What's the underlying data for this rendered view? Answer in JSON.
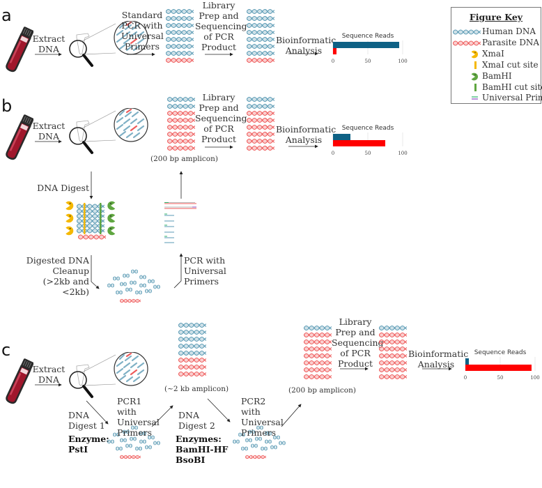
{
  "colors": {
    "human_dna": "#5a9ab4",
    "parasite_dna": "#ee5a5a",
    "human_bar": "#0e6185",
    "parasite_bar": "#ff0000",
    "xmai": "#f5b800",
    "bamhi": "#5fa640",
    "primer_green": "#2db36b",
    "primer_purple": "#8a4cc0",
    "tube_red": "#a0172c"
  },
  "figure_key": {
    "title": "Figure Key",
    "items": [
      {
        "icon": "human-dna-icon",
        "label": "Human DNA"
      },
      {
        "icon": "parasite-dna-icon",
        "label": "Parasite DNA"
      },
      {
        "icon": "xmai-enzyme-icon",
        "label": "XmaI"
      },
      {
        "icon": "xmai-cut-site-icon",
        "label": "XmaI cut site"
      },
      {
        "icon": "bamhi-enzyme-icon",
        "label": "BamHI"
      },
      {
        "icon": "bamhi-cut-site-icon",
        "label": "BamHI cut site"
      },
      {
        "icon": "universal-primers-icon",
        "label": "Universal Primers"
      }
    ]
  },
  "panels": {
    "a": {
      "letter": "a",
      "extract_line1": "Extract",
      "extract_line2": "DNA",
      "pcr_lines": [
        "Standard",
        "PCR with",
        "Universal",
        "Primers"
      ],
      "lib_lines": [
        "Library",
        "Prep and",
        "Sequencing",
        "of PCR",
        "Product"
      ],
      "bio_lines": [
        "Bioinformatic",
        "Analysis"
      ],
      "stack_composition": {
        "human": 7,
        "parasite": 1
      }
    },
    "b": {
      "letter": "b",
      "extract_line1": "Extract",
      "extract_line2": "DNA",
      "lib_lines": [
        "Library",
        "Prep and",
        "Sequencing",
        "of PCR",
        "Product"
      ],
      "bio_lines": [
        "Bioinformatic",
        "Analysis"
      ],
      "amplicon_label": "(200 bp amplicon)",
      "digest_label": "DNA Digest",
      "cleanup_lines": [
        "Digested DNA",
        "Cleanup",
        "(>2kb and <2kb)"
      ],
      "pcr_lines": [
        "PCR with",
        "Universal",
        "Primers"
      ],
      "stack_composition": {
        "human": 2,
        "parasite": 6
      }
    },
    "c": {
      "letter": "c",
      "extract_line1": "Extract",
      "extract_line2": "DNA",
      "digest1_lines": [
        "DNA",
        "Digest 1"
      ],
      "enzyme1_lines": [
        "Enzyme:",
        "PstI"
      ],
      "pcr1_lines": [
        "PCR1 with",
        "Universal",
        "Primers"
      ],
      "amplicon1_label": "(~2 kb amplicon)",
      "digest2_lines": [
        "DNA",
        "Digest 2"
      ],
      "enzyme2_lines": [
        "Enzymes:",
        "BamHI-HF",
        "BsoBI"
      ],
      "pcr2_lines": [
        "PCR2 with",
        "Universal",
        "Primers"
      ],
      "amplicon2_label": "(200 bp amplicon)",
      "lib_lines": [
        "Library",
        "Prep and",
        "Sequencing",
        "of PCR",
        "Product"
      ],
      "bio_lines": [
        "Bioinformatic",
        "Analysis"
      ],
      "stack1_composition": {
        "human": 5,
        "parasite": 3
      },
      "stack2_composition": {
        "human": 1,
        "parasite": 7
      }
    }
  },
  "chart_data": [
    {
      "type": "bar",
      "orientation": "horizontal",
      "panel": "a",
      "title": "Sequence Reads",
      "categories": [
        "Human DNA",
        "Parasite DNA"
      ],
      "values": [
        95,
        5
      ],
      "xlim": [
        0,
        100
      ],
      "xticks": [
        "0",
        "50",
        "100"
      ],
      "grid": true
    },
    {
      "type": "bar",
      "orientation": "horizontal",
      "panel": "b",
      "title": "Sequence Reads",
      "categories": [
        "Human DNA",
        "Parasite DNA"
      ],
      "values": [
        25,
        75
      ],
      "xlim": [
        0,
        100
      ],
      "xticks": [
        "0",
        "50",
        "100"
      ],
      "grid": true
    },
    {
      "type": "bar",
      "orientation": "horizontal",
      "panel": "c",
      "title": "Sequence Reads",
      "categories": [
        "Human DNA",
        "Parasite DNA"
      ],
      "values": [
        5,
        95
      ],
      "xlim": [
        0,
        100
      ],
      "xticks": [
        "0",
        "50",
        "100"
      ],
      "grid": true
    }
  ]
}
